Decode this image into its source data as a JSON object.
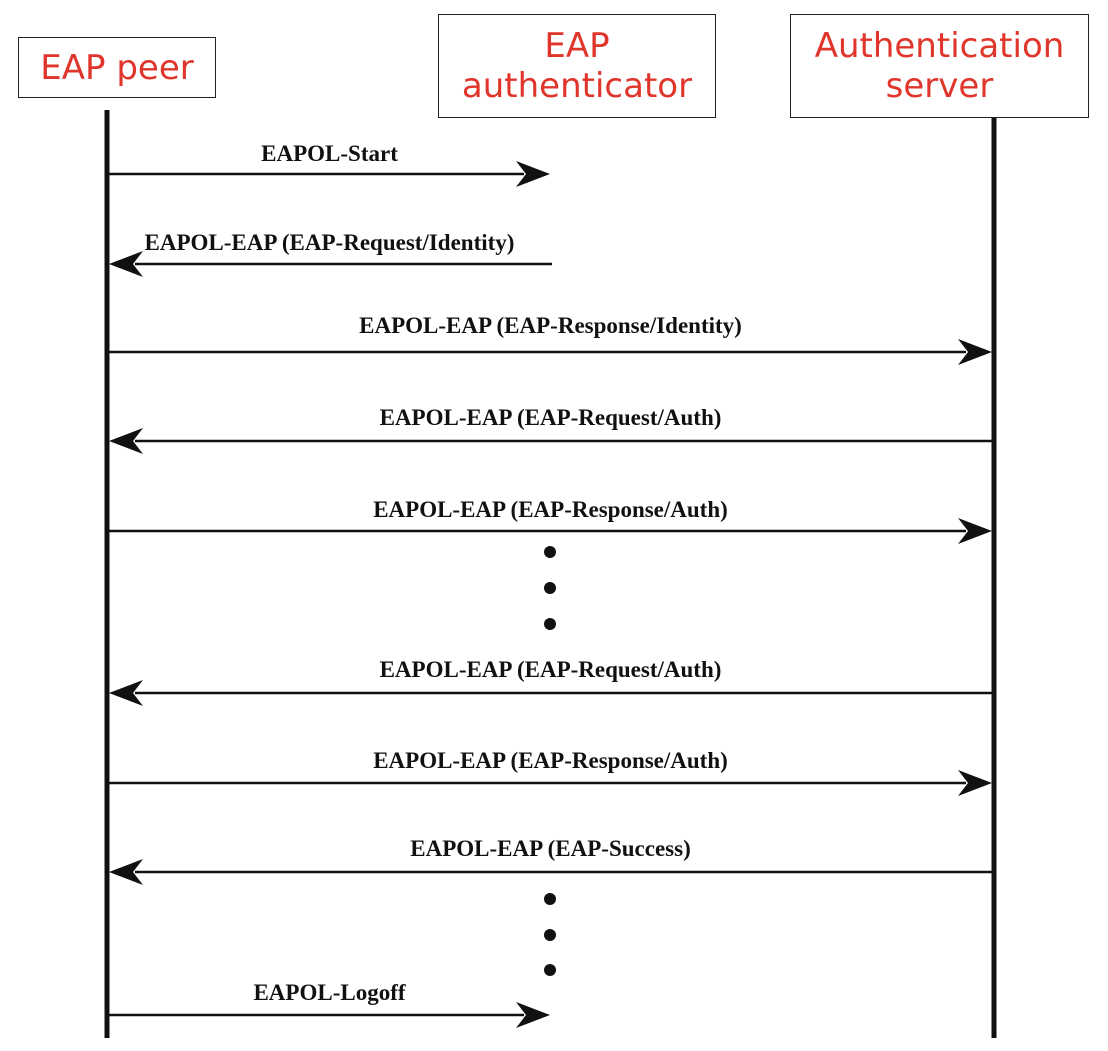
{
  "actors": [
    {
      "id": "peer",
      "label": "EAP peer"
    },
    {
      "id": "authenticator",
      "label": "EAP\nauthenticator"
    },
    {
      "id": "server",
      "label": "Authentication\nserver"
    }
  ],
  "colors": {
    "actor_text": "#e0352b",
    "line": "#111111"
  },
  "messages": [
    {
      "label": "EAPOL-Start",
      "from": "peer",
      "to": "authenticator"
    },
    {
      "label": "EAPOL-EAP (EAP-Request/Identity)",
      "from": "authenticator",
      "to": "peer"
    },
    {
      "label": "EAPOL-EAP (EAP-Response/Identity)",
      "from": "peer",
      "to": "server"
    },
    {
      "label": "EAPOL-EAP (EAP-Request/Auth)",
      "from": "server",
      "to": "peer"
    },
    {
      "label": "EAPOL-EAP (EAP-Response/Auth)",
      "from": "peer",
      "to": "server"
    },
    {
      "label": "EAPOL-EAP (EAP-Request/Auth)",
      "from": "server",
      "to": "peer"
    },
    {
      "label": "EAPOL-EAP (EAP-Response/Auth)",
      "from": "peer",
      "to": "server"
    },
    {
      "label": "EAPOL-EAP (EAP-Success)",
      "from": "server",
      "to": "peer"
    },
    {
      "label": "EAPOL-Logoff",
      "from": "peer",
      "to": "authenticator"
    }
  ]
}
